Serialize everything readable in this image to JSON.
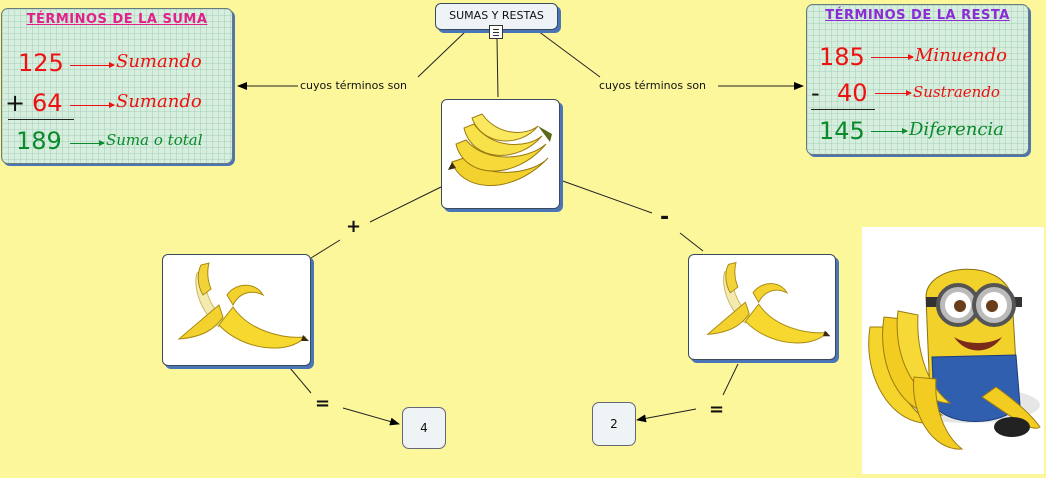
{
  "title_node": {
    "label": "SUMAS Y RESTAS"
  },
  "links": {
    "left_label": "cuyos términos son",
    "right_label": "cuyos términos son"
  },
  "operators": {
    "plus": "+",
    "minus": "-",
    "equals_left": "=",
    "equals_right": "="
  },
  "results": {
    "sum": "4",
    "difference": "2"
  },
  "suma_card": {
    "title": "TÉRMINOS DE LA SUMA",
    "rows": [
      {
        "sign": "",
        "number": "125",
        "term": "Sumando"
      },
      {
        "sign": "+",
        "number": "64",
        "term": "Sumando"
      },
      {
        "sign": "",
        "number": "189",
        "term": "Suma o total"
      }
    ]
  },
  "resta_card": {
    "title": "TÉRMINOS DE LA RESTA",
    "rows": [
      {
        "sign": "",
        "number": "185",
        "term": "Minuendo"
      },
      {
        "sign": "-",
        "number": "40",
        "term": "Sustraendo"
      },
      {
        "sign": "",
        "number": "145",
        "term": "Diferencia"
      }
    ]
  },
  "images": {
    "center": "banana-bunch",
    "left": "peeled-banana",
    "right": "peeled-banana",
    "corner": "minion-with-bananas"
  },
  "colors": {
    "background": "#fdf79b",
    "node_shadow": "#4a76b8",
    "red": "#e11111",
    "green": "#0a8a2a"
  }
}
